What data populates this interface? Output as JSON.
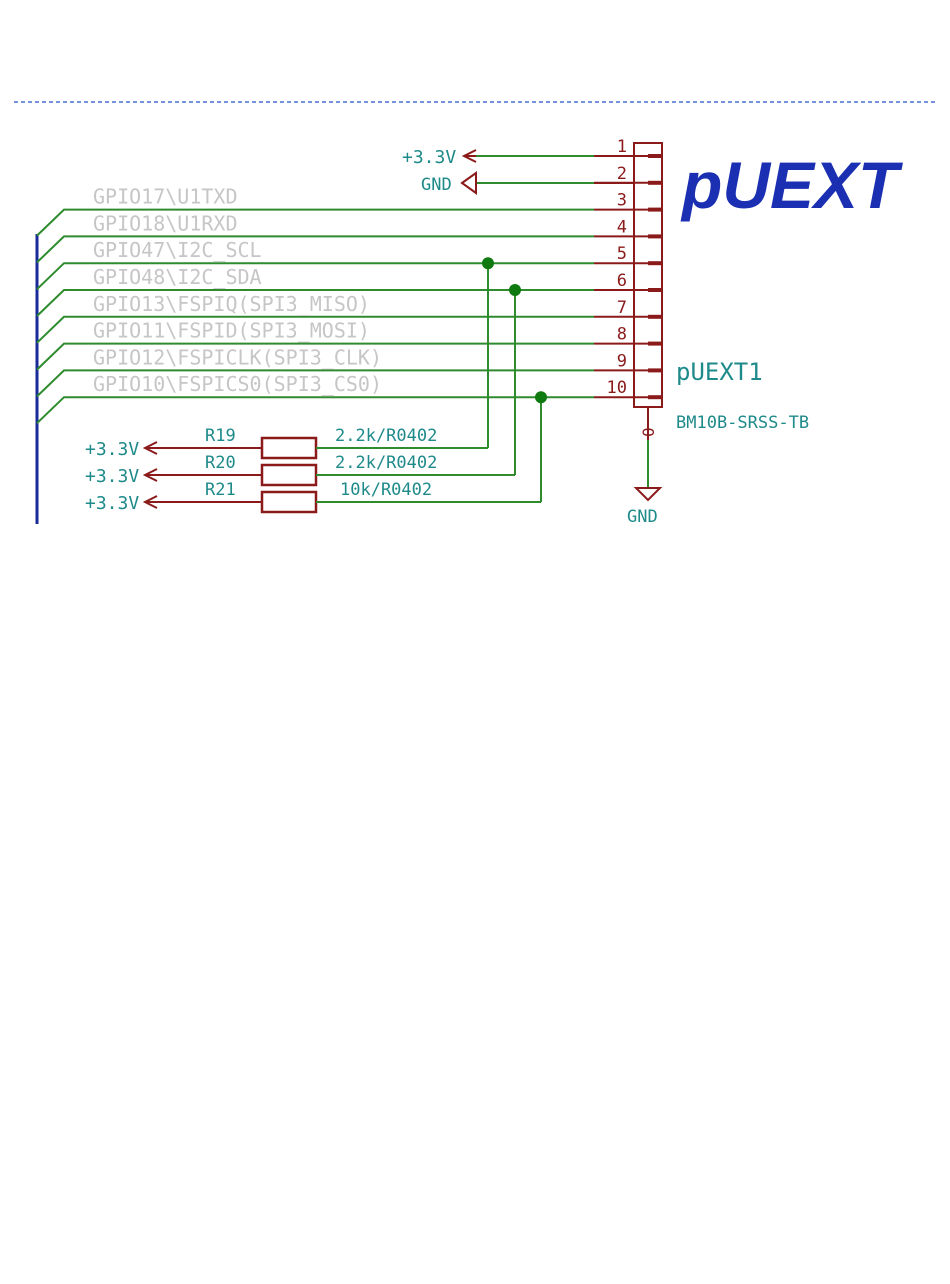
{
  "colors": {
    "wire": "#2e8b2e",
    "junction": "#0f7a0f",
    "component": "#8b1a1a",
    "label_teal": "#1f8a8a",
    "net_gray": "#c6c6c6",
    "bus": "#1a2a99",
    "title_blue": "#1b2fb3",
    "dash_line": "#4a6fd0"
  },
  "title": "pUEXT",
  "connector": {
    "reference": "pUEXT1",
    "part": "BM10B-SRSS-TB",
    "shield_pin": "0",
    "pins": [
      "1",
      "2",
      "3",
      "4",
      "5",
      "6",
      "7",
      "8",
      "9",
      "10"
    ]
  },
  "power": {
    "pin1_label": "+3.3V",
    "pin2_label": "GND",
    "shield_gnd_label": "GND"
  },
  "net_labels": [
    "GPIO17\\U1TXD",
    "GPIO18\\U1RXD",
    "GPIO47\\I2C_SCL",
    "GPIO48\\I2C_SDA",
    "GPIO13\\FSPIQ(SPI3_MISO)",
    "GPIO11\\FSPID(SPI3_MOSI)",
    "GPIO12\\FSPICLK(SPI3_CLK)",
    "GPIO10\\FSPICS0(SPI3_CS0)"
  ],
  "resistors": [
    {
      "ref": "R19",
      "value": "2.2k/R0402",
      "supply": "+3.3V"
    },
    {
      "ref": "R20",
      "value": "2.2k/R0402",
      "supply": "+3.3V"
    },
    {
      "ref": "R21",
      "value": "10k/R0402",
      "supply": "+3.3V"
    }
  ]
}
